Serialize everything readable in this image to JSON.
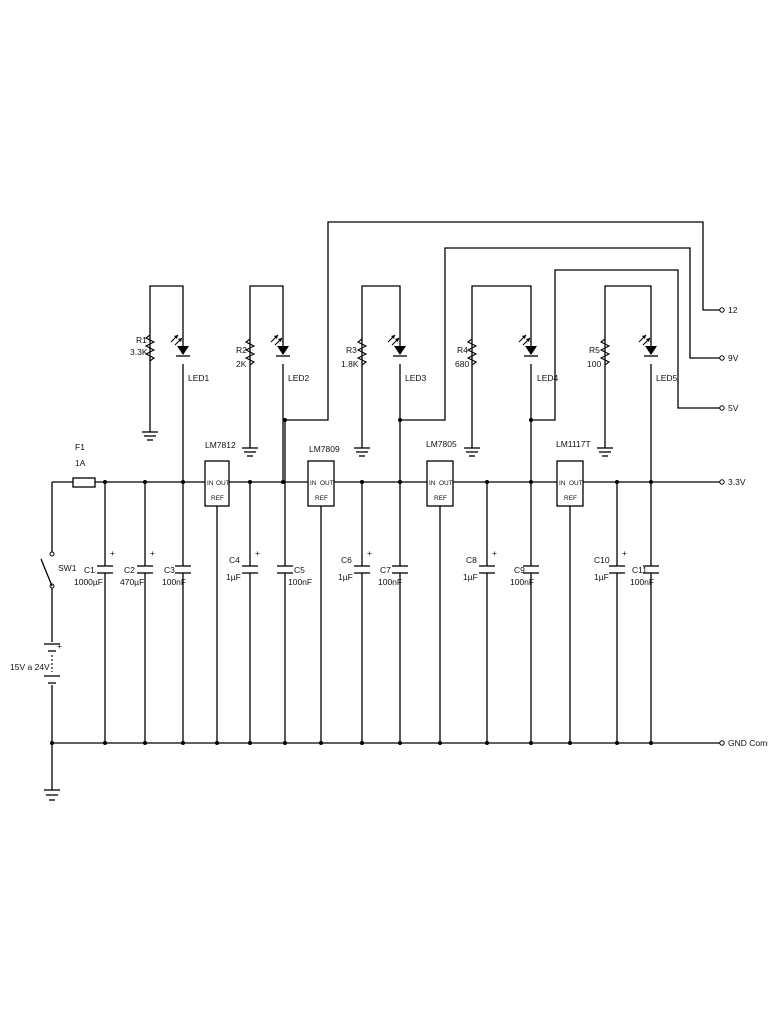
{
  "fuse": {
    "ref": "F1",
    "value": "1A"
  },
  "switch": {
    "ref": "SW1"
  },
  "battery": {
    "value": "15V a 24V",
    "plus": "+"
  },
  "outputs": {
    "v12": "12",
    "v9": "9V",
    "v5": "5V",
    "v33": "3.3V",
    "gnd": "GND Comun"
  },
  "regulators": [
    {
      "name": "LM7812",
      "in": "IN",
      "out": "OUT",
      "ref": "REF"
    },
    {
      "name": "LM7809",
      "in": "IN",
      "out": "OUT",
      "ref": "REF"
    },
    {
      "name": "LM7805",
      "in": "IN",
      "out": "OUT",
      "ref": "REF"
    },
    {
      "name": "LM1117T",
      "in": "IN",
      "out": "OUT",
      "ref": "REF"
    }
  ],
  "resistors": [
    {
      "ref": "R1",
      "value": "3.3K"
    },
    {
      "ref": "R2",
      "value": "2K"
    },
    {
      "ref": "R3",
      "value": "1.8K"
    },
    {
      "ref": "R4",
      "value": "680"
    },
    {
      "ref": "R5",
      "value": "100"
    }
  ],
  "leds": [
    "LED1",
    "LED2",
    "LED3",
    "LED4",
    "LED5"
  ],
  "capacitors": [
    {
      "ref": "C1",
      "value": "1000µF",
      "polarized": true
    },
    {
      "ref": "C2",
      "value": "470µF",
      "polarized": true
    },
    {
      "ref": "C3",
      "value": "100nF",
      "polarized": false
    },
    {
      "ref": "C4",
      "value": "1µF",
      "polarized": true
    },
    {
      "ref": "C5",
      "value": "100nF",
      "polarized": false
    },
    {
      "ref": "C6",
      "value": "1µF",
      "polarized": true
    },
    {
      "ref": "C7",
      "value": "100nF",
      "polarized": false
    },
    {
      "ref": "C8",
      "value": "1µF",
      "polarized": true
    },
    {
      "ref": "C9",
      "value": "100nF",
      "polarized": false
    },
    {
      "ref": "C10",
      "value": "1µF",
      "polarized": true
    },
    {
      "ref": "C11",
      "value": "100nF",
      "polarized": false
    }
  ],
  "plus_sign": "+",
  "colors": {
    "ink": "#000000",
    "background": "#ffffff"
  }
}
